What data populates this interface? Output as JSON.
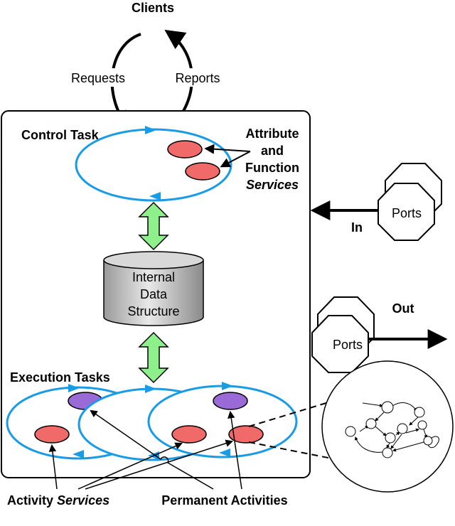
{
  "clients_label": "Clients",
  "requests_label": "Requests",
  "reports_label": "Reports",
  "control_task_label": "Control Task",
  "attribute_services_label": {
    "line1": "Attribute",
    "line2": "and",
    "line3": "Function",
    "line4": "Services"
  },
  "internal_data_label": {
    "line1": "Internal",
    "line2": "Data",
    "line3": "Structure"
  },
  "execution_tasks_label": "Execution Tasks",
  "activity_label": "Activity",
  "services_label": "Services",
  "permanent_activities_label": "Permanent Activities",
  "ports_in": {
    "label": "Ports",
    "direction": "In"
  },
  "ports_out": {
    "label": "Ports",
    "direction": "Out"
  },
  "colors": {
    "task_ring": "#1a9be6",
    "service_red": "#f06a6a",
    "permanent_purple": "#9a6ad6",
    "data_arrow_green": "#8ef08a",
    "cylinder_gray": "#c8c8c8"
  }
}
